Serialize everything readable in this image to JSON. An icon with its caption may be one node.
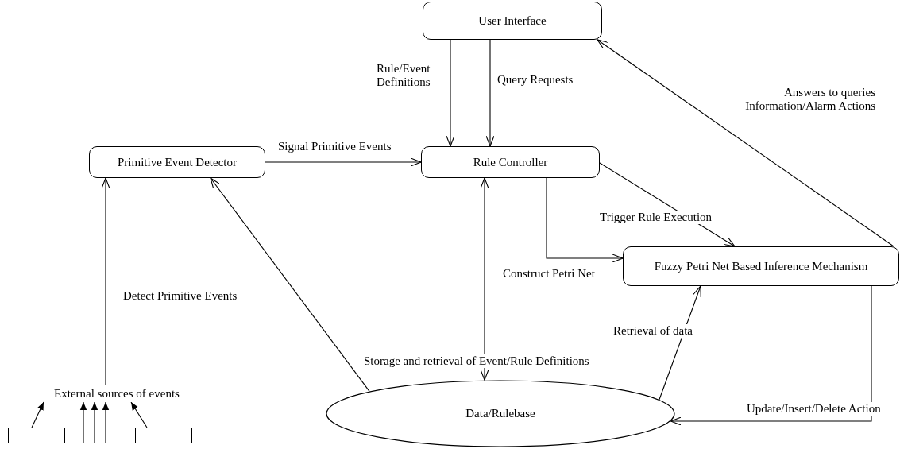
{
  "diagram": {
    "nodes": [
      {
        "text": [
          "User Interface"
        ]
      },
      {
        "text": [
          "Primitive Event Detector"
        ]
      },
      {
        "text": [
          "Rule Controller"
        ]
      },
      {
        "text": [
          "Fuzzy Petri Net Based Inference Mechanism"
        ]
      },
      {
        "text": [
          "Data/Rulebase"
        ]
      },
      {
        "text": [
          "External sources of events"
        ]
      },
      {
        "text": [],
        "shape": "box"
      },
      {
        "text": [],
        "shape": "box"
      }
    ],
    "edges": [
      {
        "from": 0,
        "to": 2,
        "arrow": "to",
        "label": "Rule/Event Definitions"
      },
      {
        "from": 0,
        "to": 2,
        "arrow": "to",
        "label": "Query Requests"
      },
      {
        "from": 1,
        "to": 2,
        "arrow": "to",
        "label": "Signal Primitive Events"
      },
      {
        "from": 3,
        "to": 0,
        "arrow": "to",
        "label": "Answers to queries Information/Alarm Actions"
      },
      {
        "from": 2,
        "to": 3,
        "arrow": "to",
        "label": "Trigger Rule Execution"
      },
      {
        "from": 2,
        "to": 3,
        "arrow": "to",
        "label": "Construct Petri Net"
      },
      {
        "from": 2,
        "to": 4,
        "arrow": "both",
        "label": "Storage and retrieval of Event/Rule Definitions"
      },
      {
        "from": 4,
        "to": 3,
        "arrow": "to",
        "label": "Retrieval of data"
      },
      {
        "from": 3,
        "to": 4,
        "arrow": "to",
        "label": "Update/Insert/Delete Action"
      },
      {
        "from": 4,
        "to": 1,
        "arrow": "to"
      },
      {
        "from": 5,
        "to": 1,
        "arrow": "to",
        "label": "Detect Primitive Events"
      },
      {
        "from": 6,
        "to": 5,
        "arrow": "to"
      },
      {
        "from": null,
        "to": 5,
        "arrow": "to"
      },
      {
        "from": null,
        "to": 5,
        "arrow": "to"
      },
      {
        "from": null,
        "to": 5,
        "arrow": "to"
      },
      {
        "from": 7,
        "to": 5,
        "arrow": "to"
      }
    ]
  }
}
